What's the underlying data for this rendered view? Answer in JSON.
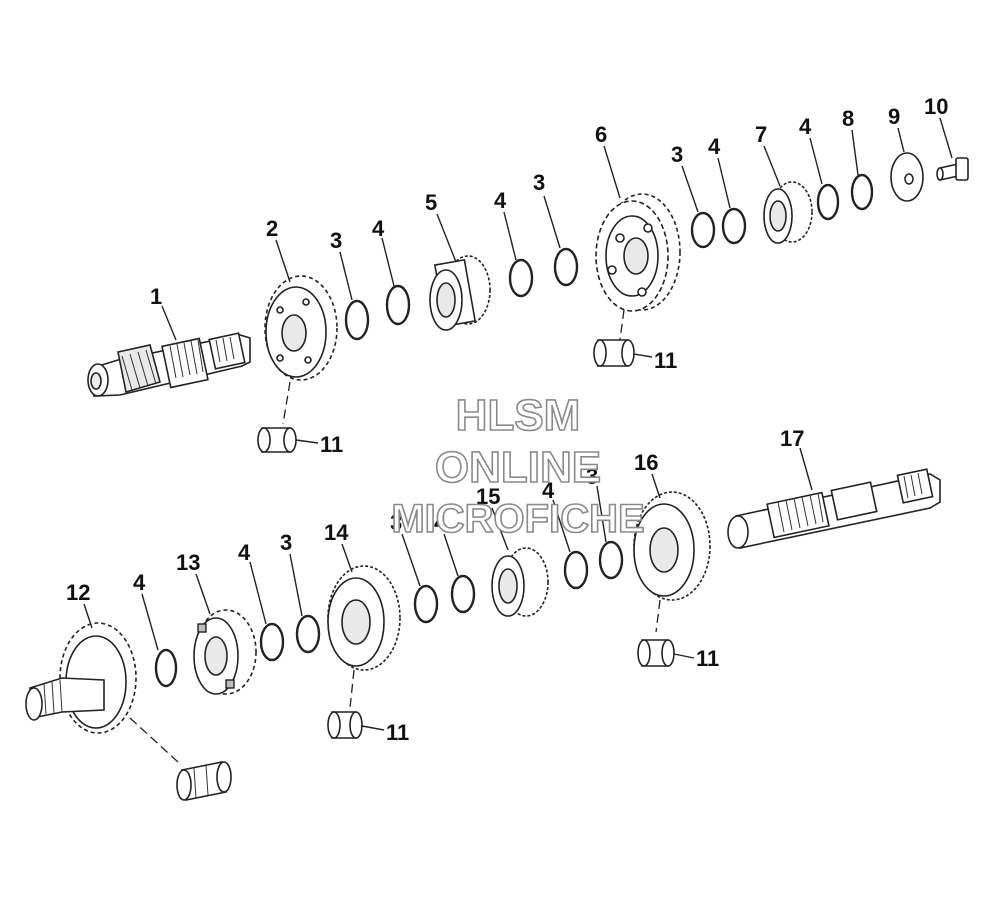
{
  "diagram": {
    "callouts": {
      "c1": "1",
      "c2": "2",
      "c3a": "3",
      "c4a": "4",
      "c5": "5",
      "c4b": "4",
      "c3b": "3",
      "c6": "6",
      "c3c": "3",
      "c4c": "4",
      "c7": "7",
      "c4d": "4",
      "c8": "8",
      "c9": "9",
      "c10": "10",
      "c11a": "11",
      "c11b": "11",
      "c12": "12",
      "c4e": "4",
      "c13": "13",
      "c4f": "4",
      "c3d": "3",
      "c14": "14",
      "c3e": "3",
      "c4g": "4",
      "c15": "15",
      "c4h": "4",
      "c3f": "3",
      "c16": "16",
      "c17": "17",
      "c11c": "11",
      "c11d": "11"
    },
    "watermark": {
      "line1": "HLSM",
      "line2": "ONLINE",
      "line3": "MICROFICHE"
    }
  }
}
